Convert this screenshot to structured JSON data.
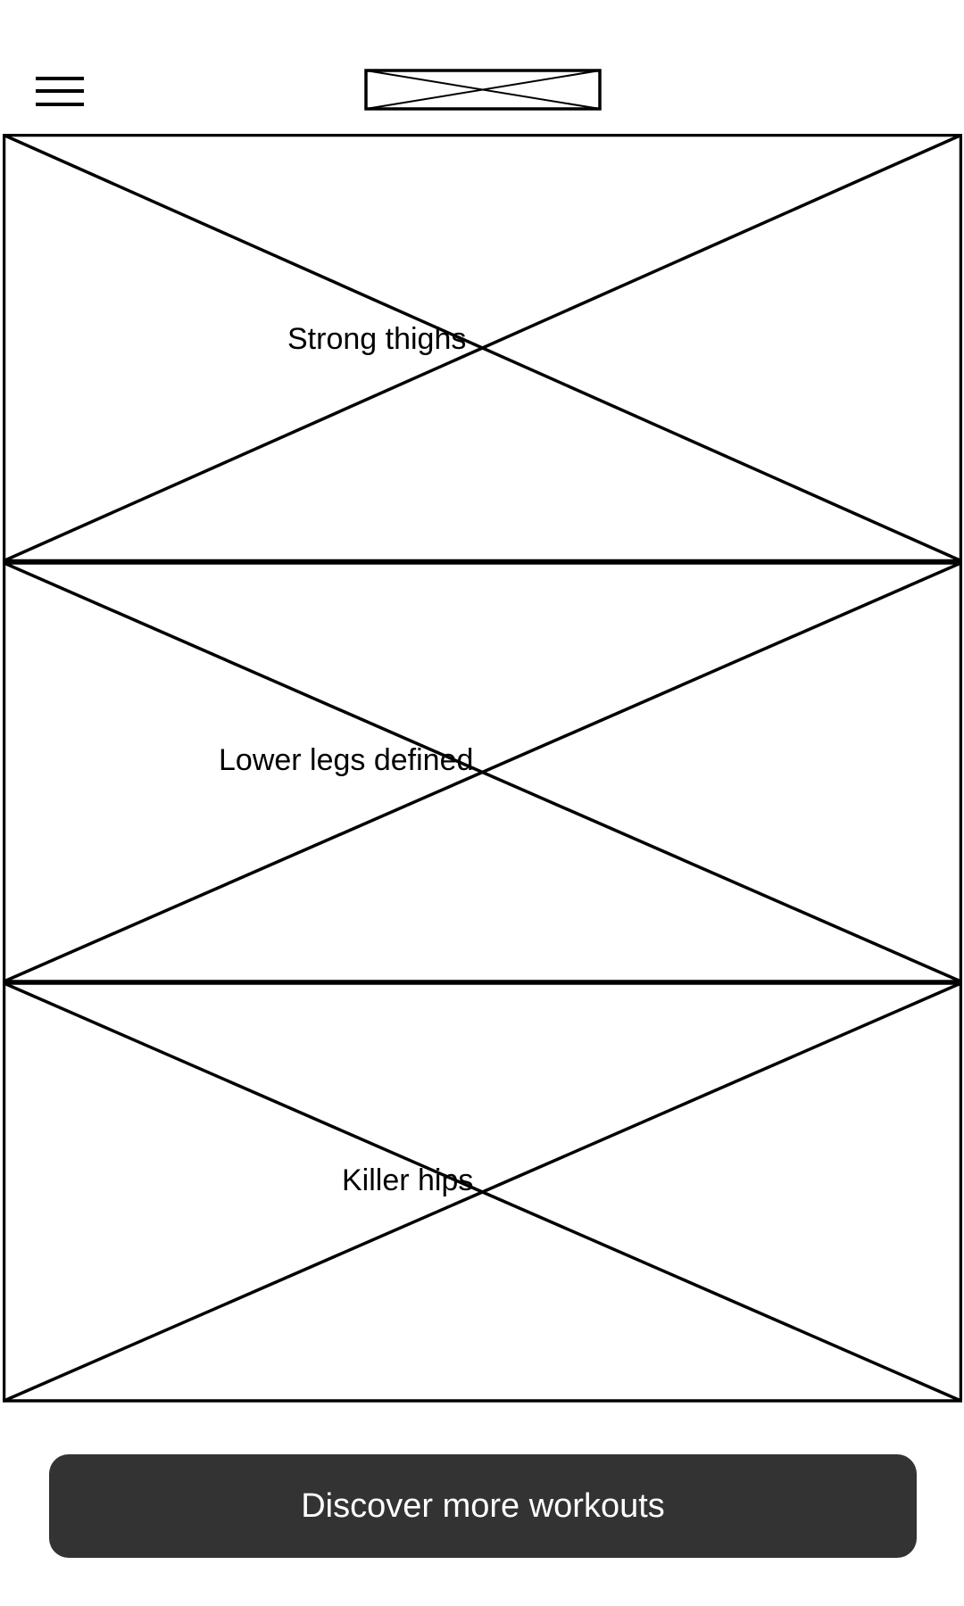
{
  "header": {
    "menu_icon": "hamburger-menu-icon",
    "logo": "image-placeholder-logo"
  },
  "workouts": [
    {
      "label": "Strong thighs",
      "image": "image-placeholder"
    },
    {
      "label": "Lower legs defined",
      "image": "image-placeholder"
    },
    {
      "label": "Killer hips",
      "image": "image-placeholder"
    }
  ],
  "cta": {
    "label": "Discover more workouts"
  },
  "colors": {
    "background": "#ffffff",
    "stroke": "#000000",
    "button_bg": "#333333",
    "button_text": "#ffffff"
  }
}
